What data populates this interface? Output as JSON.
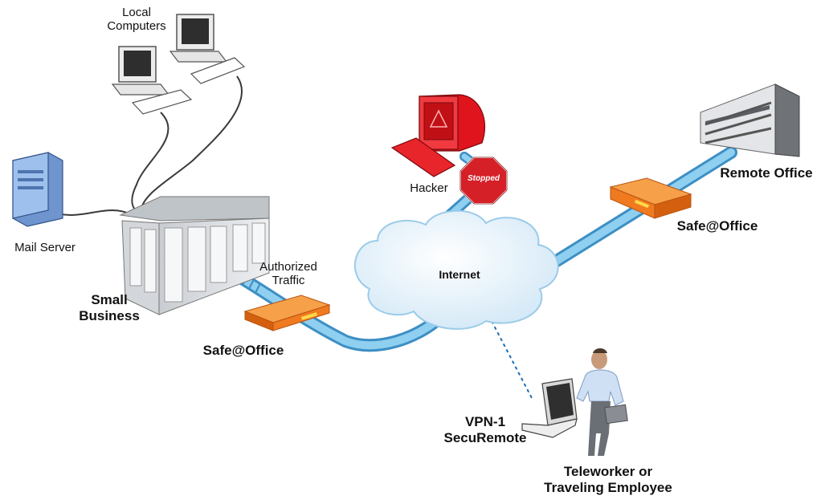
{
  "labels": {
    "local_computers": [
      "Local",
      "Computers"
    ],
    "mail_server": "Mail Server",
    "small_business": [
      "Small",
      "Business"
    ],
    "authorized_traffic": [
      "Authorized",
      "Traffic"
    ],
    "safe_office_left": "Safe@Office",
    "hacker": "Hacker",
    "stopped": "Stopped",
    "internet": "Internet",
    "remote_office": "Remote Office",
    "safe_office_right": "Safe@Office",
    "vpn": [
      "VPN-1",
      "SecuRemote"
    ],
    "teleworker": [
      "Teleworker or",
      "Traveling Employee"
    ]
  },
  "colors": {
    "tube": "#7ec3ea",
    "tube_dark": "#3d8fc4",
    "router": "#f07a20",
    "router_light": "#f6a04a",
    "hacker_red": "#e0141c",
    "stop_sign": "#d62028",
    "cloud": "#e2f1fb",
    "cloud_edge": "#9ccbe9",
    "building": "#d8dce0",
    "server_blue": "#8fb6e8"
  }
}
